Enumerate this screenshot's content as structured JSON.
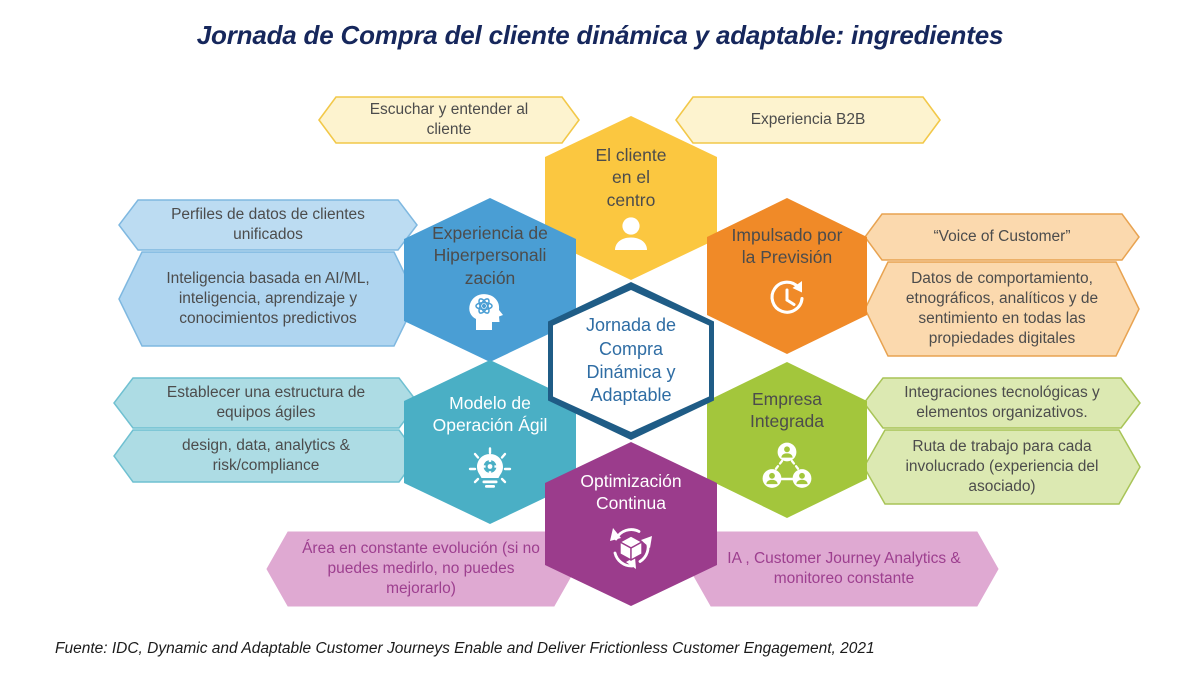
{
  "title": "Jornada de Compra del cliente dinámica y adaptable: ingredientes",
  "footer": "Fuente: IDC, Dynamic and Adaptable Customer Journeys Enable and Deliver Frictionless Customer Engagement, 2021",
  "center": {
    "label": "Jornada de\nCompra\nDinámica y\nAdaptable",
    "line1": "Jornada de",
    "line2": "Compra",
    "line3": "Dinámica y",
    "line4": "Adaptable",
    "fill": "#FFFFFF",
    "border": "#1F5C86",
    "text_color": "#2F6DA4"
  },
  "nodes": [
    {
      "id": "cliente-centro",
      "label_line1": "El cliente",
      "label_line2": "en el",
      "label_line3": "centro",
      "icon": "person-icon",
      "fill": "#FBC740",
      "text_color": "#4C4C4C"
    },
    {
      "id": "hiperpersonalizacion",
      "label_line1": "Experiencia de",
      "label_line2": "Hiperpersonali",
      "label_line3": "zación",
      "icon": "head-atom-icon",
      "fill": "#4A9ED4",
      "text_color": "#4C4C4C"
    },
    {
      "id": "impulsado-prevision",
      "label_line1": "Impulsado por",
      "label_line2": "la Previsión",
      "label_line3": "",
      "icon": "clock-refresh-icon",
      "fill": "#F08A28",
      "text_color": "#4C4C4C"
    },
    {
      "id": "modelo-operacion-agil",
      "label_line1": "Modelo de",
      "label_line2": "Operación Ágil",
      "label_line3": "",
      "icon": "lightbulb-gear-icon",
      "fill": "#4AAFC5",
      "text_color": "#FFFFFF"
    },
    {
      "id": "empresa-integrada",
      "label_line1": "Empresa",
      "label_line2": "Integrada",
      "label_line3": "",
      "icon": "network-people-icon",
      "fill": "#A3C63C",
      "text_color": "#4C4C4C"
    },
    {
      "id": "optimizacion-continua",
      "label_line1": "Optimización",
      "label_line2": "Continua",
      "label_line3": "",
      "icon": "box-recycle-icon",
      "fill": "#9B3C8C",
      "text_color": "#FFFFFF"
    }
  ],
  "banners": {
    "top_left": {
      "text": "Escuchar y entender al cliente",
      "fill": "#FDF3CF",
      "stroke": "#F2C849",
      "text_color": "#4C4C4C"
    },
    "top_right": {
      "text": "Experiencia B2B",
      "fill": "#FDF3CF",
      "stroke": "#F2C849",
      "text_color": "#4C4C4C"
    },
    "left_upper_a": {
      "text": "Perfiles de datos de clientes unificados",
      "fill": "#BCDCF2",
      "stroke": "#7FB8E0",
      "text_color": "#4C4C4C"
    },
    "left_upper_b": {
      "text": "Inteligencia basada en AI/ML, inteligencia, aprendizaje y conocimientos predictivos",
      "fill": "#AFD5F0",
      "stroke": "#7FB8E0",
      "text_color": "#4C4C4C"
    },
    "right_upper_a": {
      "text": "“Voice of  Customer”",
      "fill": "#FBD9AE",
      "stroke": "#E8A351",
      "text_color": "#4C4C4C"
    },
    "right_upper_b": {
      "text": "Datos de comportamiento, etnográficos, analíticos y de sentimiento en todas las propiedades digitales",
      "fill": "#FBD9AE",
      "stroke": "#E8A351",
      "text_color": "#4C4C4C"
    },
    "left_lower_a": {
      "text": "Establecer una estructura de equipos ágiles",
      "fill": "#ADDCE4",
      "stroke": "#6FC0D1",
      "text_color": "#4C4C4C"
    },
    "left_lower_b": {
      "text": "design, data, analytics & risk/compliance",
      "fill": "#ADDCE4",
      "stroke": "#6FC0D1",
      "text_color": "#4C4C4C"
    },
    "right_lower_a": {
      "text": "Integraciones tecnológicas y elementos organizativos.",
      "fill": "#DCE9B2",
      "stroke": "#A8C457",
      "text_color": "#4C4C4C"
    },
    "right_lower_b": {
      "text": "Ruta de trabajo para cada involucrado (experiencia del asociado)",
      "fill": "#DCE9B2",
      "stroke": "#A8C457",
      "text_color": "#4C4C4C"
    },
    "bottom_left": {
      "text": "Área en constante evolución (si no puedes medirlo, no puedes mejorarlo)",
      "fill": "#DFA9D2",
      "stroke": "#DFA9D2",
      "text_color": "#9D3F8F"
    },
    "bottom_right": {
      "text": "IA , Customer Journey Analytics & monitoreo constante",
      "fill": "#DFA9D2",
      "stroke": "#DFA9D2",
      "text_color": "#9D3F8F"
    }
  }
}
